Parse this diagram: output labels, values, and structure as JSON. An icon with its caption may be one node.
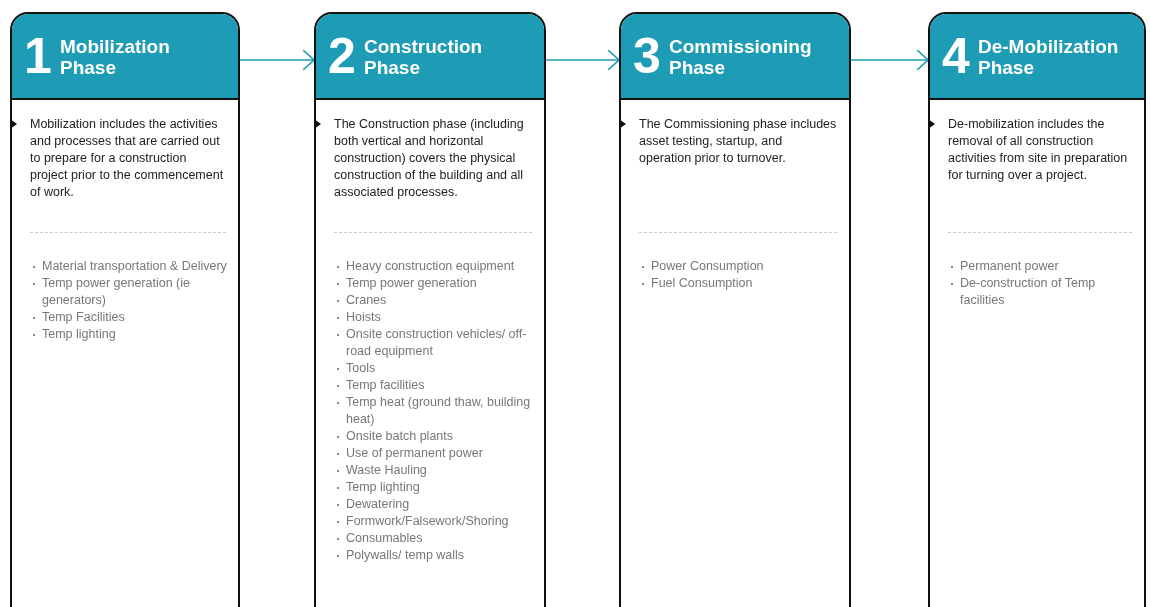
{
  "diagram": {
    "nodes": [
      {
        "text": [
          "1",
          "Mobilization Phase",
          "Mobilization includes the activities and processes that are carried out to prepare for a construction project prior to the commencement of work.",
          "Material transportation & Delivery",
          "Temp power generation (ie generators)",
          "Temp Facilities",
          "Temp lighting"
        ]
      },
      {
        "text": [
          "2",
          "Construction Phase",
          "The Construction phase (including both vertical and horizontal construction) covers the physical construction of the building and all associated processes.",
          "Heavy construction equipment",
          "Temp power generation",
          "Cranes",
          "Hoists",
          "Onsite construction vehicles/ off-road equipment",
          "Tools",
          "Temp facilities",
          "Temp heat (ground thaw, building heat)",
          "Onsite batch plants",
          "Use of permanent power",
          "Waste Hauling",
          "Temp lighting",
          "Dewatering",
          "Formwork/Falsework/Shoring",
          "Consumables",
          "Polywalls/ temp walls"
        ]
      },
      {
        "text": [
          "3",
          "Commissioning Phase",
          "The Commissioning phase includes asset testing, startup, and operation prior to turnover.",
          "Power Consumption",
          "Fuel Consumption"
        ]
      },
      {
        "text": [
          "4",
          "De-Mobilization Phase",
          "De-mobilization includes the removal of all construction activities from site in preparation for turning over a project.",
          "Permanent power",
          "De-construction of Temp facilities"
        ]
      }
    ],
    "edges": [
      {
        "from": 0,
        "to": 1,
        "arrow": "to"
      },
      {
        "from": 1,
        "to": 2,
        "arrow": "to"
      },
      {
        "from": 2,
        "to": 3,
        "arrow": "to"
      }
    ]
  }
}
